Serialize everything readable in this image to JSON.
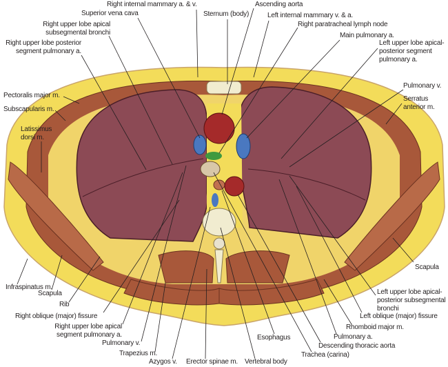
{
  "labels": {
    "right_internal_mammary": "Right internal mammary a. & v.",
    "superior_vena_cava": "Superior vena cava",
    "ascending_aorta": "Ascending aorta",
    "sternum": "Sternum (body)",
    "left_internal_mammary": "Left internal mammary v. & a.",
    "right_paratracheal_node": "Right paratracheal lymph node",
    "main_pulmonary_a": "Main pulmonary a.",
    "rul_apical_bronchi": [
      "Right upper lobe apical",
      "subsegmental bronchi"
    ],
    "rul_posterior_pa": [
      "Right upper lobe posterior",
      "segment pulmonary a."
    ],
    "lul_apicopost_pa": [
      "Left upper lobe apical-",
      "posterior segment",
      "pulmonary a."
    ],
    "pectoralis_major": "Pectoralis major m.",
    "pulmonary_v_right_side": "Pulmonary v.",
    "subscapularis": "Subscapularis m.",
    "serratus_anterior": [
      "Serratus",
      "anterior m."
    ],
    "latissimus_dorsi": [
      "Latissimus",
      "dorsi m."
    ],
    "infraspinatus": "Infraspinatus m.",
    "scapula_left": "Scapula",
    "scapula_right": "Scapula",
    "rib": "Rib",
    "right_oblique_fissure": "Right oblique (major) fissure",
    "rul_apical_pa": [
      "Right upper lobe apical",
      "segment pulmonary a."
    ],
    "pulmonary_v_bottom": "Pulmonary v.",
    "trapezius": "Trapezius m.",
    "azygos": "Azygos v.",
    "erector_spinae": "Erector spinae m.",
    "vertebral_body": "Vertebral body",
    "esophagus": "Esophagus",
    "trachea": "Trachea (carina)",
    "descending_aorta": "Descending thoracic aorta",
    "pulmonary_a": "Pulmonary a.",
    "rhomboid_major": "Rhomboid major m.",
    "left_oblique_fissure": "Left oblique (major) fissure",
    "lul_apicopost_bronchi": [
      "Left upper lobe apical-",
      "posterior subsegmental",
      "bronchi"
    ]
  },
  "colors": {
    "fat": "#f3dc5a",
    "muscle": "#a8583a",
    "lung": "#8c4a55",
    "artery": "#a52a2a",
    "vein": "#4a78c0",
    "bone": "#f1ecd0",
    "lymph_node": "#3f9a3f"
  }
}
